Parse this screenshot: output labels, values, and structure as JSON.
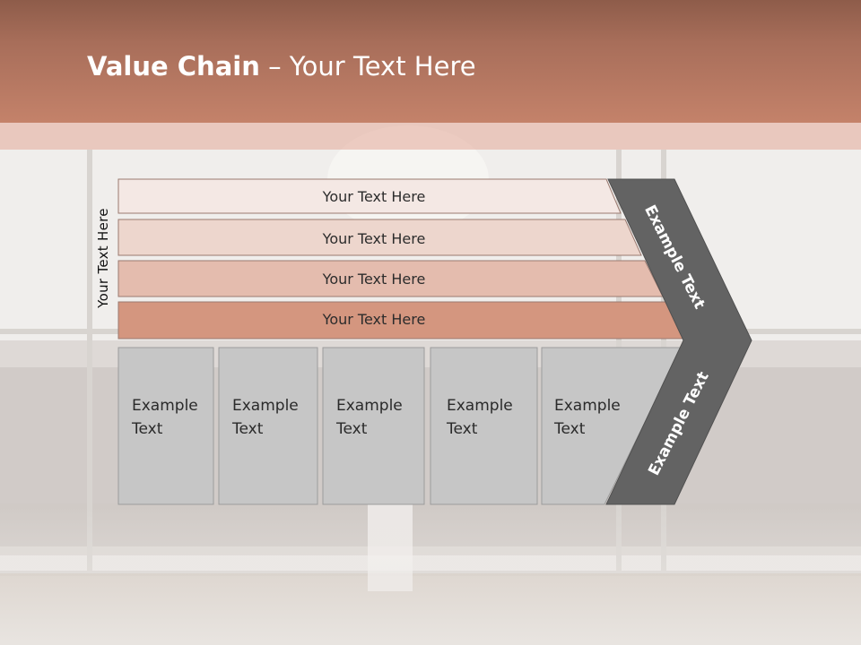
{
  "slide": {
    "title_bold": "Value Chain",
    "title_rest": " – Your Text Here",
    "side_label": "Your Text Here"
  },
  "rows": [
    {
      "label": "Your Text Here",
      "fill": "#f4e8e4"
    },
    {
      "label": "Your Text Here",
      "fill": "#edd6cd"
    },
    {
      "label": "Your Text Here",
      "fill": "#e4bcae"
    },
    {
      "label": "Your Text Here",
      "fill": "#d4967f"
    }
  ],
  "columns": [
    {
      "text": "Example\nText"
    },
    {
      "text": "Example\nText"
    },
    {
      "text": "Example\nText"
    },
    {
      "text": "Example\nText"
    },
    {
      "text": "Example\nText"
    }
  ],
  "chevron": {
    "upper_label": "Example Text",
    "lower_label": "Example Text",
    "color": "#636363"
  },
  "colors": {
    "title_band": "#b07460",
    "column_fill": "#c6c6c6"
  }
}
